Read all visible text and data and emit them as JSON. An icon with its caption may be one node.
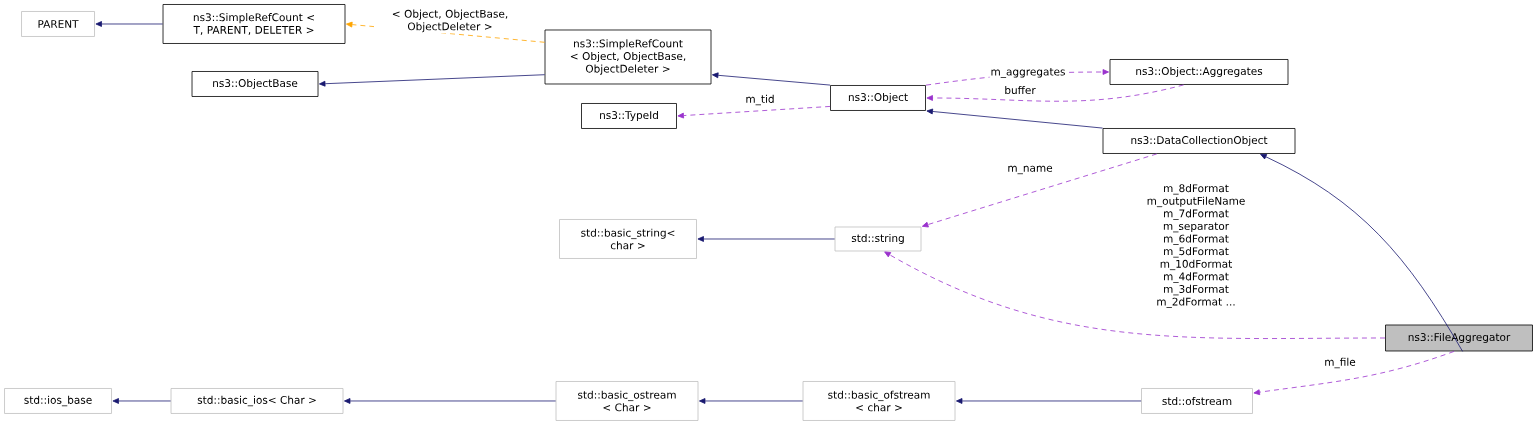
{
  "diagram": {
    "nodes": [
      {
        "text": [
          "PARENT"
        ]
      },
      {
        "text": [
          "ns3::SimpleRefCount < T, PARENT, DELETER >"
        ]
      },
      {
        "text": [
          "ns3::ObjectBase"
        ]
      },
      {
        "text": [
          "ns3::SimpleRefCount < Object, ObjectBase, ObjectDeleter >"
        ]
      },
      {
        "text": [
          "ns3::TypeId"
        ]
      },
      {
        "text": [
          "ns3::Object"
        ]
      },
      {
        "text": [
          "ns3::Object::Aggregates"
        ]
      },
      {
        "text": [
          "ns3::DataCollectionObject"
        ]
      },
      {
        "text": [
          "std::basic_string< char >"
        ]
      },
      {
        "text": [
          "std::string"
        ]
      },
      {
        "text": [
          "ns3::FileAggregator"
        ]
      },
      {
        "text": [
          "std::ios_base"
        ]
      },
      {
        "text": [
          "std::basic_ios< Char >"
        ]
      },
      {
        "text": [
          "std::basic_ostream < Char >"
        ]
      },
      {
        "text": [
          "std::basic_ofstream < char >"
        ]
      },
      {
        "text": [
          "std::ofstream"
        ]
      }
    ],
    "edges": [
      {
        "from": 1,
        "to": 0,
        "arrow": "to"
      },
      {
        "from": 3,
        "to": 1,
        "arrow": "to",
        "label": "< Object, ObjectBase, ObjectDeleter >",
        "style": "dashed",
        "color": "#ffa500"
      },
      {
        "from": 3,
        "to": 2,
        "arrow": "to"
      },
      {
        "from": 5,
        "to": 3,
        "arrow": "to"
      },
      {
        "from": 5,
        "to": 6,
        "arrow": "to",
        "label": "m_aggregates",
        "style": "dashed",
        "color": "#9a32cd"
      },
      {
        "from": 6,
        "to": 5,
        "arrow": "to",
        "label": "buffer",
        "style": "dashed",
        "color": "#9a32cd"
      },
      {
        "from": 5,
        "to": 4,
        "arrow": "to",
        "label": "m_tid",
        "style": "dashed",
        "color": "#9a32cd"
      },
      {
        "from": 7,
        "to": 5,
        "arrow": "to"
      },
      {
        "from": 10,
        "to": 7,
        "arrow": "to"
      },
      {
        "from": 7,
        "to": 9,
        "arrow": "to",
        "label": "m_name",
        "style": "dashed",
        "color": "#9a32cd"
      },
      {
        "from": 10,
        "to": 9,
        "arrow": "to",
        "label": "m_8dFormat m_outputFileName m_7dFormat m_separator m_6dFormat m_5dFormat m_10dFormat m_4dFormat m_3dFormat m_2dFormat ...",
        "style": "dashed",
        "color": "#9a32cd"
      },
      {
        "from": 9,
        "to": 8,
        "arrow": "to"
      },
      {
        "from": 10,
        "to": 15,
        "arrow": "to",
        "label": "m_file",
        "style": "dashed",
        "color": "#9a32cd"
      },
      {
        "from": 15,
        "to": 14,
        "arrow": "to"
      },
      {
        "from": 14,
        "to": 13,
        "arrow": "to"
      },
      {
        "from": 13,
        "to": 12,
        "arrow": "to"
      },
      {
        "from": 12,
        "to": 11,
        "arrow": "to"
      }
    ]
  }
}
